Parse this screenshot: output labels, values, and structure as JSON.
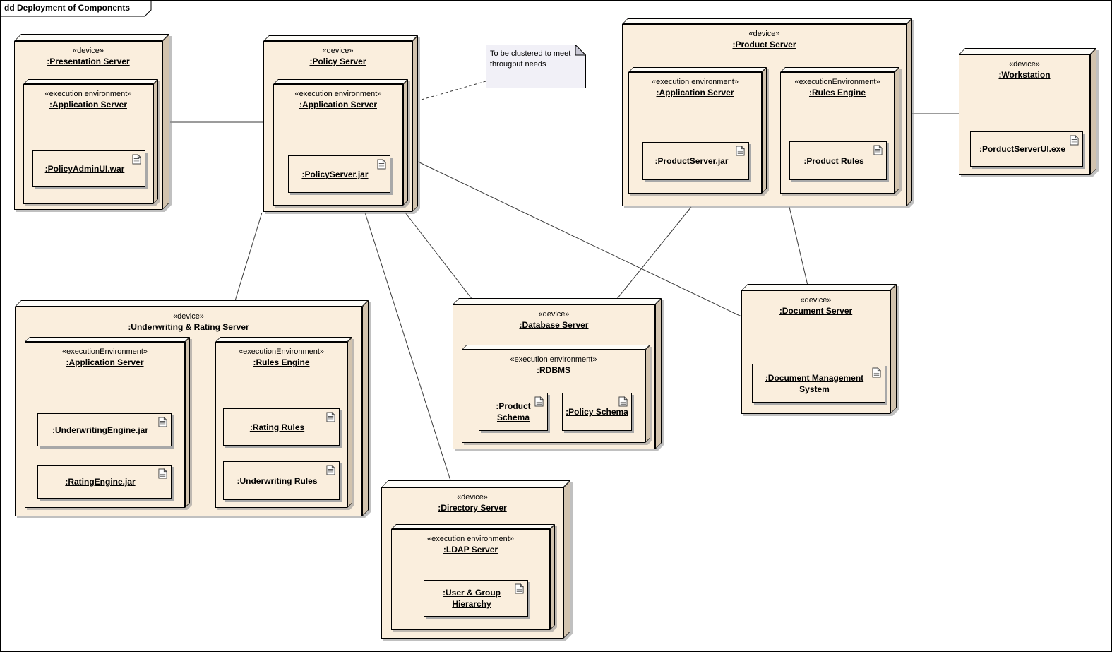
{
  "frame": {
    "title": "dd Deployment of Components"
  },
  "note": {
    "text": "To be clustered to meet througput needs"
  },
  "colors": {
    "node_face": "#FAEEDD",
    "node_top": "#FDFCF8",
    "node_side": "#D2C3AE",
    "note_fill": "#F1F0F7",
    "note_fold": "#C9C8D5",
    "connector": "#3A3A3A",
    "shadow": "#A8A8A8"
  },
  "nodes": {
    "presentation": {
      "stereotype": "«device»",
      "name": ":Presentation Server",
      "app_server": {
        "stereotype": "«execution environment»",
        "name": ":Application Server",
        "artifact_war": {
          "name": ":PolicyAdminUI.war"
        }
      }
    },
    "policy": {
      "stereotype": "«device»",
      "name": ":Policy Server",
      "app_server": {
        "stereotype": "«execution environment»",
        "name": ":Application Server",
        "artifact_jar": {
          "name": ":PolicyServer.jar"
        }
      }
    },
    "product": {
      "stereotype": "«device»",
      "name": ":Product Server",
      "app_server": {
        "stereotype": "«execution environment»",
        "name": ":Application Server",
        "artifact_jar": {
          "name": ":ProductServer.jar"
        }
      },
      "rules_engine": {
        "stereotype": "«executionEnvironment»",
        "name": ":Rules Engine",
        "artifact_rules": {
          "name": ":Product Rules"
        }
      }
    },
    "workstation": {
      "stereotype": "«device»",
      "name": ":Workstation",
      "artifact_exe": {
        "name": ":PorductServerUI.exe"
      }
    },
    "underwriting": {
      "stereotype": "«device»",
      "name": ":Underwriting & Rating Server",
      "app_server": {
        "stereotype": "«executionEnvironment»",
        "name": ":Application Server",
        "artifact_uw_engine": {
          "name": ":UnderwritingEngine.jar"
        },
        "artifact_rating_engine": {
          "name": ":RatingEngine.jar"
        }
      },
      "rules_engine": {
        "stereotype": "«executionEnvironment»",
        "name": ":Rules Engine",
        "artifact_rating_rules": {
          "name": ":Rating Rules"
        },
        "artifact_uw_rules": {
          "name": ":Underwriting Rules"
        }
      }
    },
    "database": {
      "stereotype": "«device»",
      "name": ":Database Server",
      "rdbms": {
        "stereotype": "«execution environment»",
        "name": ":RDBMS",
        "artifact_product_schema": {
          "name": ":Product Schema"
        },
        "artifact_policy_schema": {
          "name": ":Policy Schema"
        }
      }
    },
    "document": {
      "stereotype": "«device»",
      "name": ":Document Server",
      "artifact_dms": {
        "name": ":Document Management System"
      }
    },
    "directory": {
      "stereotype": "«device»",
      "name": ":Directory Server",
      "ldap": {
        "stereotype": "«execution environment»",
        "name": ":LDAP Server",
        "artifact_hierarchy": {
          "name": ":User & Group Hierarchy"
        }
      }
    }
  },
  "connections": [
    {
      "from": ":Presentation Server",
      "to": ":Policy Server",
      "style": "solid"
    },
    {
      "from": ":Policy Server",
      "to": "note",
      "style": "dashed"
    },
    {
      "from": ":Policy Server",
      "to": ":Underwriting & Rating Server",
      "style": "solid"
    },
    {
      "from": ":Policy Server",
      "to": ":Directory Server",
      "style": "solid"
    },
    {
      "from": ":Policy Server",
      "to": ":Database Server",
      "style": "solid"
    },
    {
      "from": ":Policy Server",
      "to": ":Document Server",
      "style": "solid"
    },
    {
      "from": ":Product Server",
      "to": ":Database Server",
      "style": "solid"
    },
    {
      "from": ":Product Server",
      "to": ":Document Server",
      "style": "solid"
    },
    {
      "from": ":Product Server",
      "to": ":Workstation",
      "style": "solid"
    }
  ]
}
